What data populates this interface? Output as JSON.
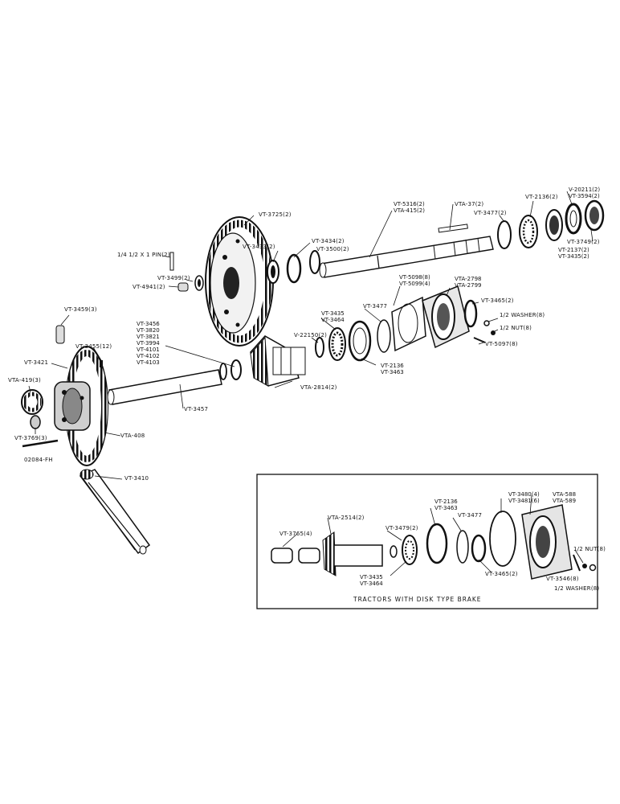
{
  "labels": {
    "vt3725": "VT-3725(2)",
    "vt5316": "VT-5316(2)",
    "vta415": "VTA-415(2)",
    "vta37": "VTA-37(2)",
    "vt2136top": "VT-2136(2)",
    "v20211": "V-20211(2)",
    "vt3594": "VT-3594(2)",
    "vt3477top": "VT-3477(2)",
    "vt3749": "VT-3749(2)",
    "vt2137": "VT-2137(2)",
    "vt3435top": "VT-3435(2)",
    "pin": "X 1 PIN(2)",
    "pin_frac": "1/4",
    "pin_frac2": "1/2",
    "vt3433": "VT-3433(2)",
    "vt3434": "VT-3434(2)",
    "vt3500": "VT-3500(2)",
    "vt3499": "VT-3499(2)",
    "vt4941": "VT-4941(2)",
    "vt5098": "VT-5098(8)",
    "vt5099": "VT-5099(4)",
    "vta2798": "VTA-2798",
    "vta2799": "VTA-2799",
    "vt3465top": "VT-3465(2)",
    "washer8top": "WASHER(8)",
    "nut8top": "NUT(8)",
    "vt5097": "VT-5097(8)",
    "vt3459": "VT-3459(3)",
    "vt3455": "VT-3455(12)",
    "vt3421": "VT-3421",
    "vta419": "VTA-419(3)",
    "vt3769": "VT-3769(3)",
    "o2084": "02084-FH",
    "vta408": "VTA-408",
    "vt3457": "VT-3457",
    "v22150": "V-22150(2)",
    "vt3435mid": "VT-3435",
    "vt3464mid": "VT-3464",
    "vt3477mid": "VT-3477",
    "vt2136mid": "VT-2136",
    "vt3463mid": "VT-3463",
    "vta2814": "VTA-2814(2)",
    "vt3410": "VT-3410",
    "stack_list": [
      "VT-3456",
      "VT-3820",
      "VT-3821",
      "VT-3994",
      "VT-4101",
      "VT-4102",
      "VT-4103"
    ],
    "inset_caption": "TRACTORS WITH DISK TYPE BRAKE",
    "vt3765": "VT-3765(4)",
    "vta2514": "VTA-2514(2)",
    "vt3479": "VT-3479(2)",
    "vt2136inset": "VT-2136",
    "vt3463inset": "VT-3463",
    "vt3477inset": "VT-3477",
    "vt3480": "VT-3480(4)",
    "vt3481": "VT-3481(6)",
    "vta588": "VTA-588",
    "vta589": "VTA-589",
    "nut8inset": "NUT(8)",
    "vt3546": "VT-3546(8)",
    "washer8inset": "WASHER(8)",
    "vt3435inset": "VT-3435",
    "vt3464inset": "VT-3464",
    "vt3465inset": "VT-3465(2)",
    "frac_half": "1/2"
  }
}
